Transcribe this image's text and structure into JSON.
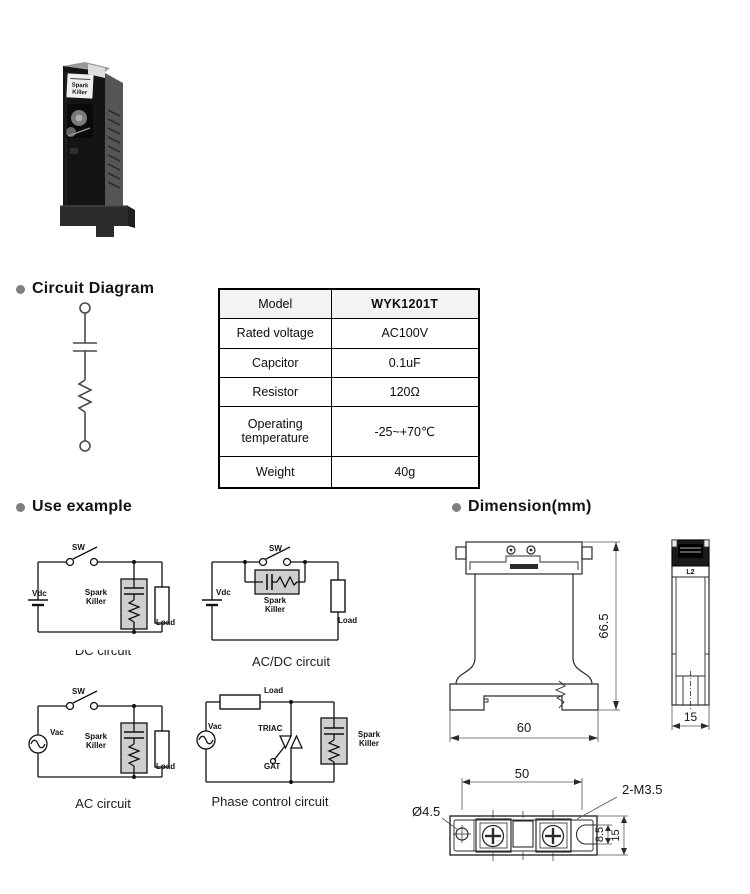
{
  "page": {
    "background": "#ffffff"
  },
  "accent_colors": {
    "heading_bullet": "#7f7f7f",
    "table_header_bg": "#f3f3f3",
    "spark_killer_box_fill": "#cfcfcf"
  },
  "product_photo": {
    "label_line1": "Spark",
    "label_line2": "Killer"
  },
  "sections": {
    "circuit_diagram": {
      "title": "Circuit Diagram"
    },
    "use_example": {
      "title": "Use example"
    },
    "dimension": {
      "title": "Dimension(mm)"
    }
  },
  "spec_table": {
    "rows": [
      {
        "label": "Model",
        "value": "WYK1201T"
      },
      {
        "label": "Rated voltage",
        "value": "AC100V"
      },
      {
        "label": "Capcitor",
        "value": "0.1uF"
      },
      {
        "label": "Resistor",
        "value": "120Ω"
      },
      {
        "label": "Operating temperature",
        "value": "-25~+70℃"
      },
      {
        "label": "Weight",
        "value": "40g"
      }
    ]
  },
  "use_examples": {
    "dc": {
      "caption": "DC circuit",
      "switch": "SW",
      "source": "Vdc",
      "spark_line1": "Spark",
      "spark_line2": "Killer",
      "load": "Load"
    },
    "acdc": {
      "caption": "AC/DC circuit",
      "switch": "SW",
      "source": "Vdc",
      "spark_line1": "Spark",
      "spark_line2": "Killer",
      "load": "Load"
    },
    "ac": {
      "caption": "AC circuit",
      "switch": "SW",
      "source": "Vac",
      "spark_line1": "Spark",
      "spark_line2": "Killer",
      "load": "Load"
    },
    "phase": {
      "caption": "Phase control circuit",
      "source": "Vac",
      "load": "Load",
      "triac": "TRIAC",
      "gate": "GAT",
      "spark_line1": "Spark",
      "spark_line2": "Killer"
    }
  },
  "dimension_views": {
    "front": {
      "height": "66.5",
      "width": "60"
    },
    "side": {
      "depth": "15",
      "marking": "L2"
    },
    "bottom": {
      "pitch": "50",
      "thread": "2-M3.5",
      "hole": "Ø4.5",
      "slot_height": "8.5",
      "depth": "15"
    }
  }
}
